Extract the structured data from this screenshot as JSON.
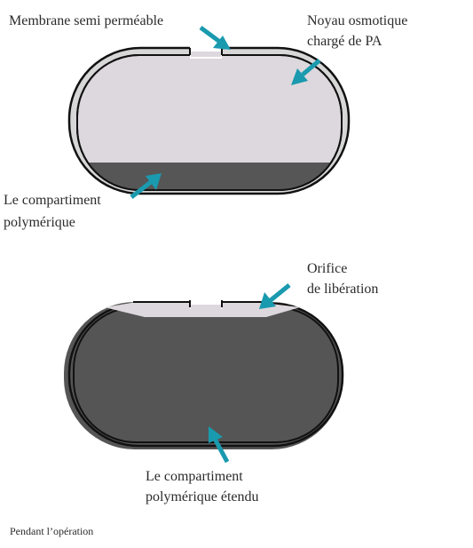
{
  "labels": {
    "membrane": "Membrane semi perméable",
    "osmotic_core_line1": "Noyau osmotique",
    "osmotic_core_line2": "chargé de PA",
    "polymer_compartment_line1": "Le compartiment",
    "polymer_compartment_line2": "polymérique",
    "orifice_line1": "Orifice",
    "orifice_line2": "de libération",
    "expanded_compartment_line1": "Le compartiment",
    "expanded_compartment_line2": "polymérique étendu",
    "caption": "Pendant l’opération"
  },
  "colors": {
    "arrow": "#1a9aae",
    "core": "#ddd8dd",
    "polymer": "#565656",
    "membrane_fill": "#d7d7d7",
    "outline": "#111111"
  }
}
